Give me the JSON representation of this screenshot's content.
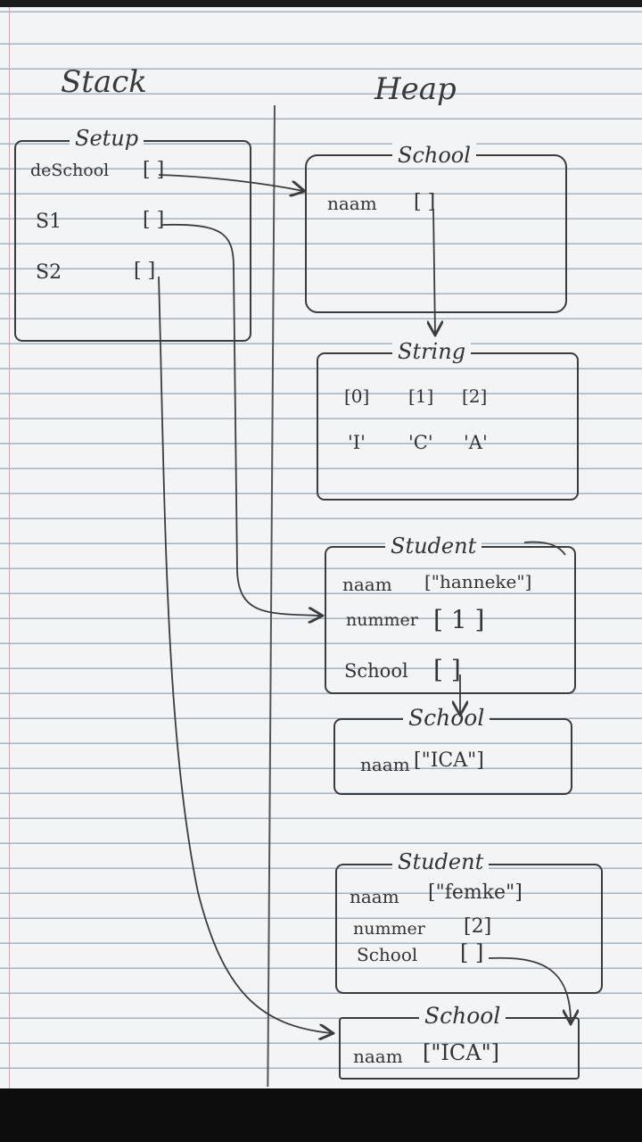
{
  "headers": {
    "stack": "Stack",
    "heap": "Heap"
  },
  "setup": {
    "title": "Setup",
    "rows": [
      {
        "name": "deSchool",
        "slot": "[ ]"
      },
      {
        "name": "S1",
        "slot": "[ ]"
      },
      {
        "name": "S2",
        "slot": "[ ]"
      }
    ]
  },
  "school_top": {
    "title": "School",
    "field": "naam",
    "slot": "[ ]"
  },
  "string_obj": {
    "title": "String",
    "indices": [
      "[0]",
      "[1]",
      "[2]"
    ],
    "chars": [
      "'I'",
      "'C'",
      "'A'"
    ]
  },
  "student1": {
    "title": "Student",
    "naam_label": "naam",
    "naam_value": "[\"hanneke\"]",
    "nummer_label": "nummer",
    "nummer_value": "[ 1 ]",
    "school_label": "School",
    "school_value": "[ ]"
  },
  "school_mid": {
    "title": "School",
    "field": "naam",
    "value": "[\"ICA\"]"
  },
  "student2": {
    "title": "Student",
    "naam_label": "naam",
    "naam_value": "[\"femke\"]",
    "nummer_label": "nummer",
    "nummer_value": "[2]",
    "school_label": "School",
    "school_value": "[ ]"
  },
  "school_bottom": {
    "title": "School",
    "field": "naam",
    "value": "[\"ICA\"]"
  }
}
